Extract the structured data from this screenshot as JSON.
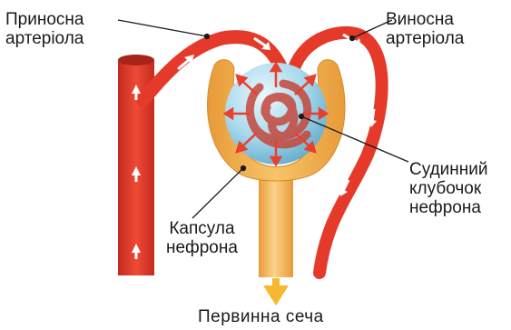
{
  "labels": {
    "afferent_arteriole": "Приносна\nартеріола",
    "efferent_arteriole": "Виносна\nартеріола",
    "glomerulus": "Судинний\nклубочок\nнефрона",
    "capsule": "Капсула\nнефрона",
    "primary_urine": "Первинна  сеча"
  },
  "colors": {
    "vessel": "#e53a2a",
    "vessel_dark": "#c42a1e",
    "capsule": "#f5b555",
    "capsule_dark": "#e89a38",
    "glomerulus_ball": "#a9d9ec",
    "filtration_arrows": "#e8402e",
    "urine_arrow": "#f5b82e",
    "pointer_lines": "#1a1a1a",
    "flow_arrows": "#ffffff"
  },
  "icons": {
    "flow": "white-arrow",
    "filtration": "red-radial-arrows",
    "urine": "yellow-down-arrow"
  }
}
